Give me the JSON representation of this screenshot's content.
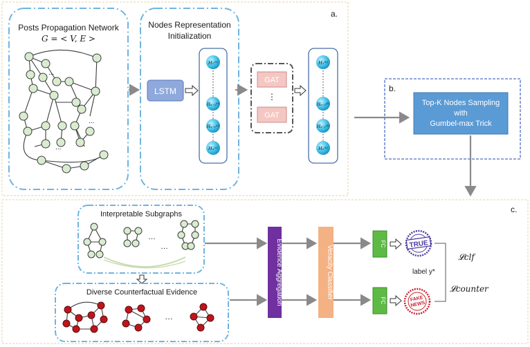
{
  "panels": {
    "a_label": "a.",
    "b_label": "b.",
    "c_label": "c."
  },
  "propagation": {
    "title": "Posts Propagation Network",
    "formula": "G = < V, E >",
    "dots": "..."
  },
  "init": {
    "title_line1": "Nodes Representation",
    "title_line2": "Initialization",
    "lstm": "LSTM"
  },
  "gat": {
    "label_top": "GAT",
    "label_bottom": "GAT",
    "dots": "⋮"
  },
  "h_initial": [
    "H₁⁽⁰⁾",
    "Hₙ₋₂⁽⁰⁾",
    "Hₙ₋₁⁽⁰⁾",
    "Hₙ⁽⁰⁾"
  ],
  "h_final": [
    "H₁⁽ᵏ⁾",
    "Hₙ₋₂⁽ᵏ⁾",
    "Hₙ₋₁⁽ᵏ⁾",
    "Hₙ⁽ᵏ⁾"
  ],
  "sampling": {
    "line1": "Top-K Nodes Sampling",
    "line2": "with",
    "line3": "Gumbel-max Trick"
  },
  "subgraphs": {
    "title": "Interpretable Subgraphs",
    "dots": "…"
  },
  "counterfactual": {
    "title": "Diverse Counterfactual Evidence",
    "dots": "…"
  },
  "aggregation": {
    "label": "Evidence Aggregation",
    "color": "#7030a0"
  },
  "classifier": {
    "label": "Veracity Classifier",
    "color": "#f4b183"
  },
  "fc": {
    "top": "FC",
    "bottom": "FC",
    "color": "#5dbb45"
  },
  "stamps": {
    "true_text": "TRUE",
    "fake_line1": "FAKE",
    "fake_line2": "NEWS"
  },
  "losses": {
    "clf": "𝓛clf",
    "label": "label y*",
    "counter": "𝓛counter"
  },
  "colors": {
    "dash_blue": "#6fb4e0",
    "panel_border": "#e6dcb8",
    "lstm": "#8fa9dc",
    "gat": "#f4c7c3",
    "sampling": "#5b9bd5",
    "node_cyan": "#3fc1e8"
  }
}
